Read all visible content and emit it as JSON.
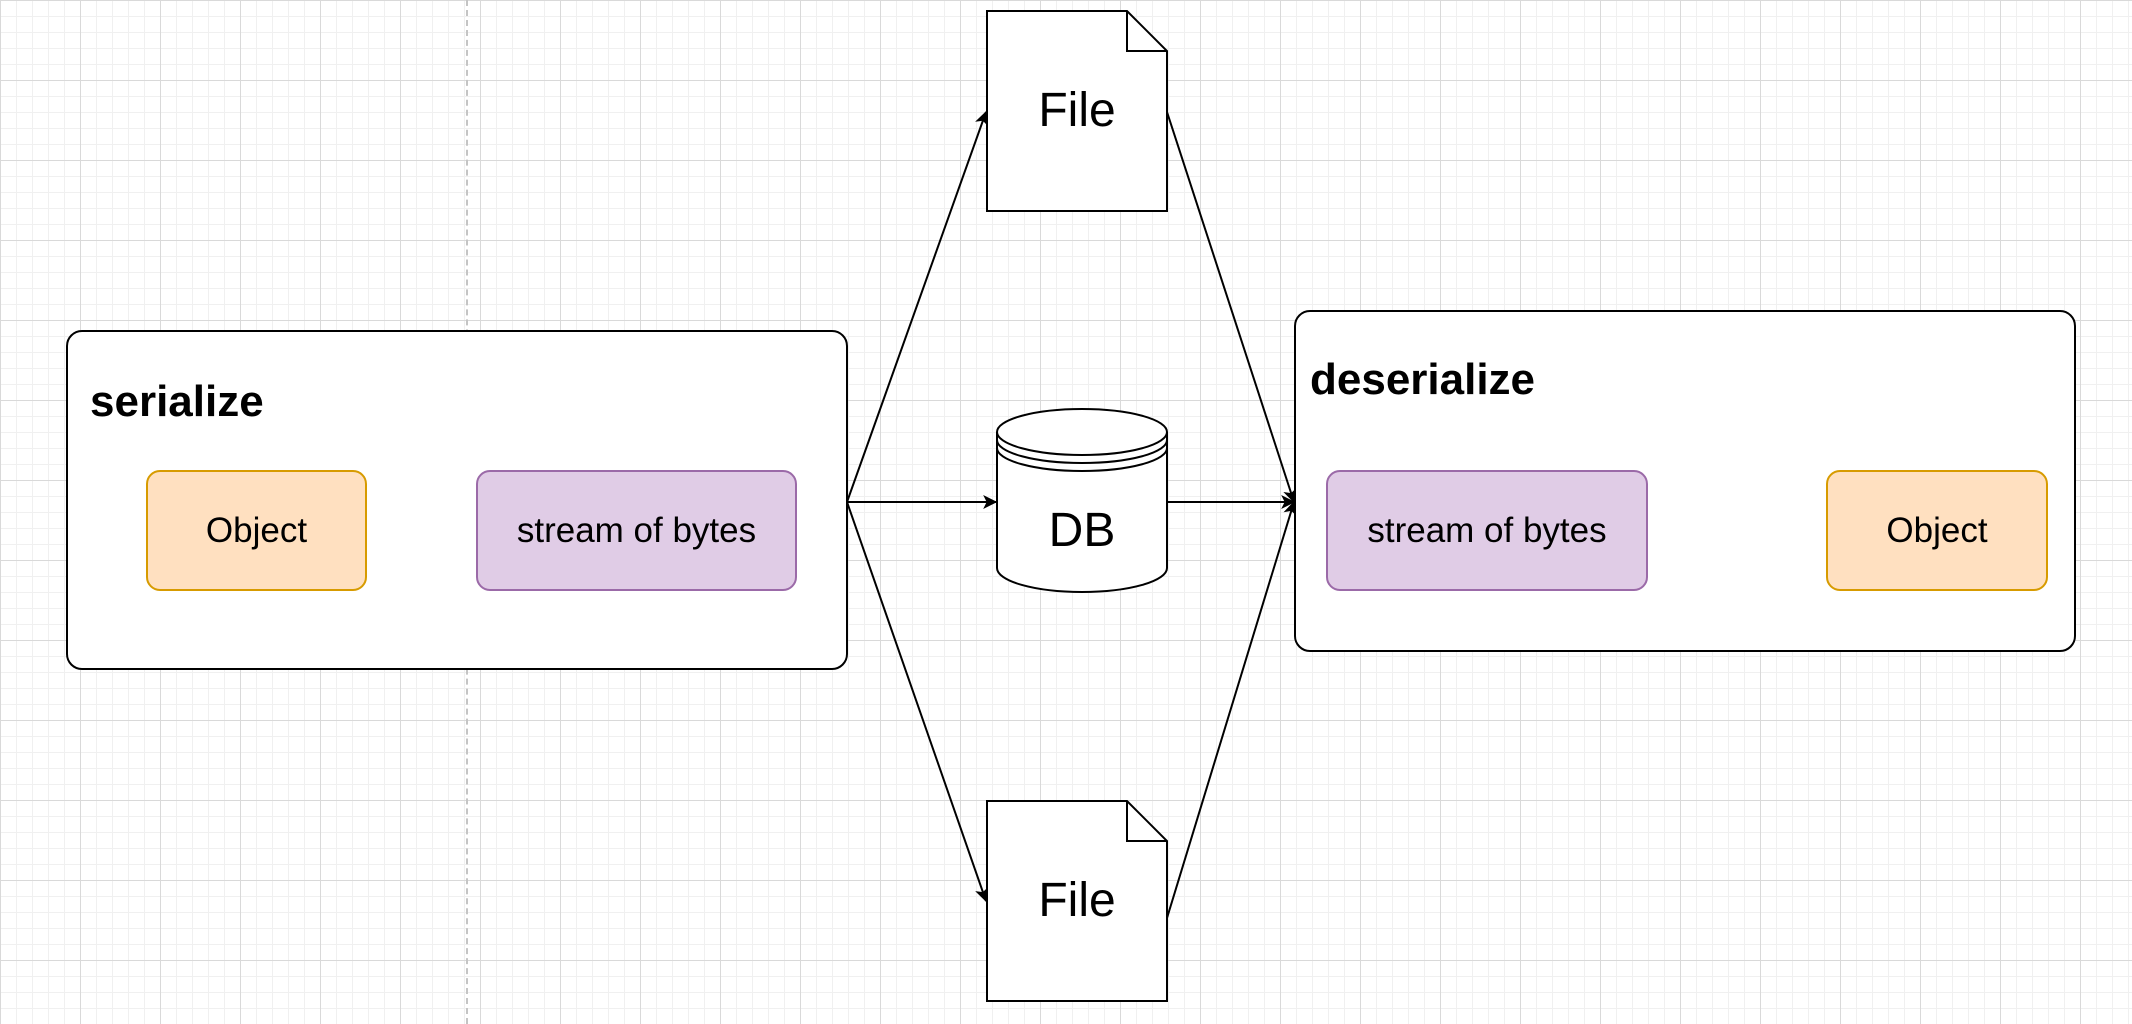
{
  "diagram": {
    "serialize": {
      "title": "serialize",
      "object_label": "Object",
      "stream_label": "stream of bytes"
    },
    "storage": {
      "file_top_label": "File",
      "db_label": "DB",
      "file_bottom_label": "File"
    },
    "deserialize": {
      "title": "deserialize",
      "stream_label": "stream of bytes",
      "object_label": "Object"
    },
    "colors": {
      "object_fill": "#ffe0c0",
      "object_stroke": "#d79b00",
      "stream_fill": "#e0cce6",
      "stream_stroke": "#9b6aa8"
    }
  }
}
